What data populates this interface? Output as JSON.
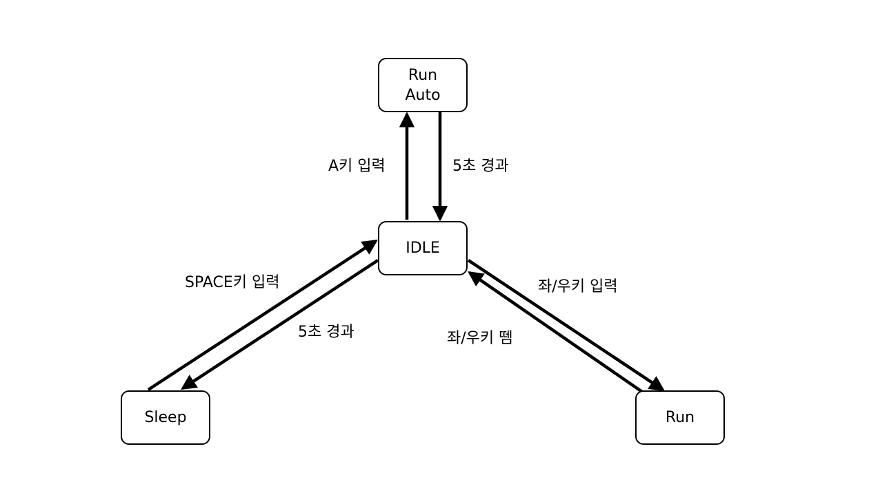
{
  "diagram": {
    "nodes": {
      "run_auto": "Run\nAuto",
      "idle": "IDLE",
      "sleep": "Sleep",
      "run": "Run"
    },
    "edges": [
      {
        "from": "IDLE",
        "to": "Run\nAuto",
        "label": "A키 입력"
      },
      {
        "from": "Run\nAuto",
        "to": "IDLE",
        "label": "5초 경과"
      },
      {
        "from": "Sleep",
        "to": "IDLE",
        "label": "SPACE키 입력"
      },
      {
        "from": "IDLE",
        "to": "Sleep",
        "label": "5초 경과"
      },
      {
        "from": "IDLE",
        "to": "Run",
        "label": "좌/우키 입력"
      },
      {
        "from": "Run",
        "to": "IDLE",
        "label": "좌/우키 뗌"
      }
    ]
  }
}
